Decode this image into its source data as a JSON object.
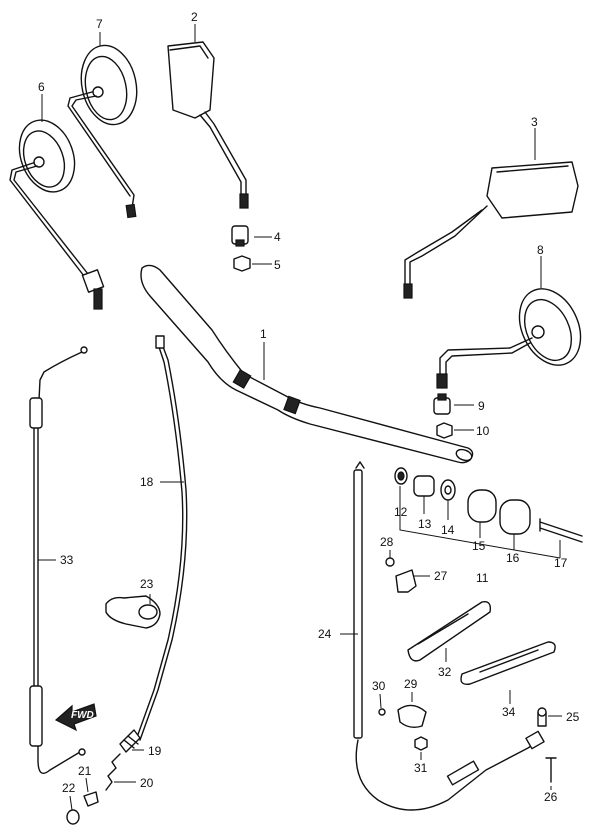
{
  "diagram": {
    "callouts": [
      {
        "id": "1",
        "label": "1"
      },
      {
        "id": "2",
        "label": "2"
      },
      {
        "id": "3",
        "label": "3"
      },
      {
        "id": "4",
        "label": "4"
      },
      {
        "id": "5",
        "label": "5"
      },
      {
        "id": "6",
        "label": "6"
      },
      {
        "id": "7",
        "label": "7"
      },
      {
        "id": "8",
        "label": "8"
      },
      {
        "id": "9",
        "label": "9"
      },
      {
        "id": "10",
        "label": "10"
      },
      {
        "id": "11",
        "label": "11"
      },
      {
        "id": "12",
        "label": "12"
      },
      {
        "id": "13",
        "label": "13"
      },
      {
        "id": "14",
        "label": "14"
      },
      {
        "id": "15",
        "label": "15"
      },
      {
        "id": "16",
        "label": "16"
      },
      {
        "id": "17",
        "label": "17"
      },
      {
        "id": "18",
        "label": "18"
      },
      {
        "id": "19",
        "label": "19"
      },
      {
        "id": "20",
        "label": "20"
      },
      {
        "id": "21",
        "label": "21"
      },
      {
        "id": "22",
        "label": "22"
      },
      {
        "id": "23",
        "label": "23"
      },
      {
        "id": "24",
        "label": "24"
      },
      {
        "id": "25",
        "label": "25"
      },
      {
        "id": "26",
        "label": "26"
      },
      {
        "id": "27",
        "label": "27"
      },
      {
        "id": "28",
        "label": "28"
      },
      {
        "id": "29",
        "label": "29"
      },
      {
        "id": "30",
        "label": "30"
      },
      {
        "id": "31",
        "label": "31"
      },
      {
        "id": "32",
        "label": "32"
      },
      {
        "id": "33",
        "label": "33"
      },
      {
        "id": "34",
        "label": "34"
      }
    ],
    "fwd_label": "FWD"
  }
}
